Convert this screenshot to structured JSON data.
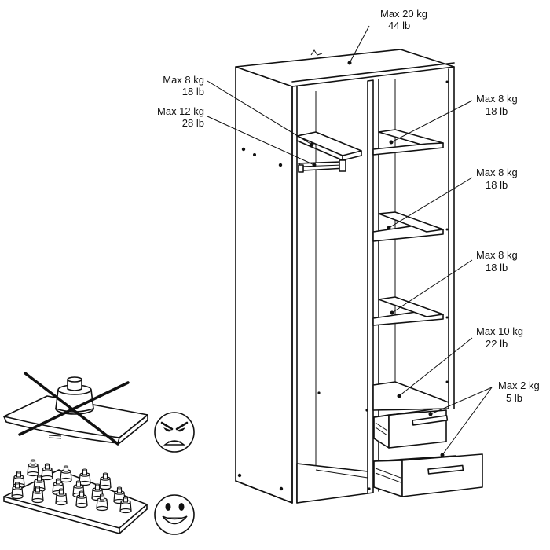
{
  "labels": {
    "top": {
      "kg": "Max 20 kg",
      "lb": "44 lb"
    },
    "left_shelf": {
      "kg": "Max 8 kg",
      "lb": "18 lb"
    },
    "rail": {
      "kg": "Max 12 kg",
      "lb": "28 lb"
    },
    "shelf_1": {
      "kg": "Max 8 kg",
      "lb": "18 lb"
    },
    "shelf_2": {
      "kg": "Max 8 kg",
      "lb": "18 lb"
    },
    "shelf_3": {
      "kg": "Max 8 kg",
      "lb": "18 lb"
    },
    "bottom": {
      "kg": "Max 10 kg",
      "lb": "22 lb"
    },
    "drawers": {
      "kg": "Max 2 kg",
      "lb": "5 lb"
    }
  },
  "icons": {
    "wrong": "angry-face-icon",
    "right": "happy-face-icon"
  }
}
